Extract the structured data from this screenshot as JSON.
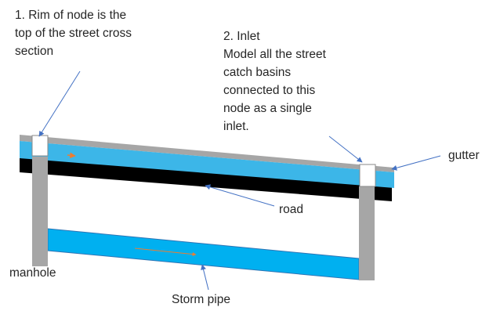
{
  "annotations": {
    "rim_note": {
      "lines": [
        "1. Rim of node is the",
        "top of the street cross",
        "section"
      ]
    },
    "inlet_note": {
      "lines": [
        "2. Inlet",
        "Model all the street",
        "catch basins",
        "connected to this",
        "node as a single",
        "inlet."
      ]
    },
    "gutter": "gutter",
    "road": "road",
    "manhole": "manhole",
    "storm_pipe": "Storm pipe"
  },
  "colors": {
    "street_surface": "#a6a6a6",
    "water": "#3cb6e8",
    "road_base": "#000000",
    "manhole": "#a6a6a6",
    "inlet_box": "#ffffff",
    "pipe": "#00b0f0",
    "pipe_outline": "#2f75b5",
    "leader_line": "#4472c4",
    "flow_arrow": "#ed7d31",
    "text": "#262626"
  }
}
